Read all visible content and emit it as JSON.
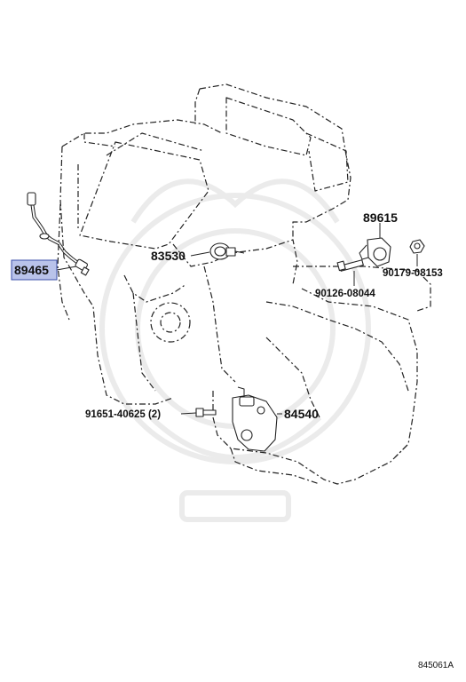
{
  "diagram": {
    "parts": [
      {
        "id": "p89465",
        "number": "89465",
        "highlighted": true
      },
      {
        "id": "p83530",
        "number": "83530",
        "highlighted": false
      },
      {
        "id": "p89615",
        "number": "89615",
        "highlighted": false
      },
      {
        "id": "p90179",
        "number": "90179-08153",
        "highlighted": false
      },
      {
        "id": "p90126",
        "number": "90126-08044",
        "highlighted": false
      },
      {
        "id": "p91651",
        "number": "91651-40625 (2)",
        "highlighted": false
      },
      {
        "id": "p84540",
        "number": "84540",
        "highlighted": false
      }
    ],
    "reference_code": "845061A",
    "highlight_color": "#b9c3ea"
  }
}
